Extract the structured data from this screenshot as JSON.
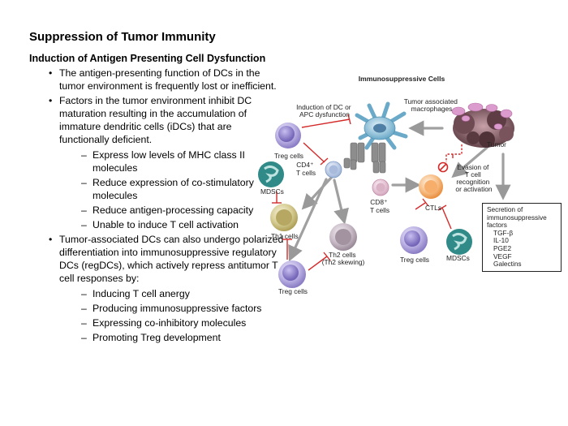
{
  "slide": {
    "title": "Suppression of Tumor Immunity",
    "subtitle": "Induction of Antigen Presenting Cell Dysfunction",
    "bullets": [
      {
        "text": "The antigen-presenting function of DCs in the tumor environment is frequently lost or inefficient."
      },
      {
        "text": "Factors in the tumor environment inhibit DC maturation resulting in the accumulation of immature dendritic cells (iDCs) that are functionally deficient.",
        "sub": [
          "Express low levels of MHC class II molecules",
          "Reduce expression of co-stimulatory molecules",
          "Reduce antigen-processing capacity",
          "Unable to induce T cell activation"
        ]
      },
      {
        "text": "Tumor-associated DCs can also undergo polarized differentiation into immunosuppressive regulatory DCs (regDCs), which actively repress antitumor T cell responses by:",
        "sub": [
          "Inducing T cell anergy",
          "Producing immunosuppressive factors",
          "Expressing co-inhibitory molecules",
          "Promoting Treg development"
        ]
      }
    ]
  },
  "diagram": {
    "title": "Immunosuppressive Cells",
    "labels": {
      "induction": [
        "Induction of DC or",
        "APC dysfunction"
      ],
      "tam": [
        "Tumor associated",
        "macrophages"
      ],
      "tumor": "Tumor",
      "evasion": [
        "Evasion of",
        "T cell",
        "recognition",
        "or activation"
      ],
      "treg_top": "Treg cells",
      "cd4": [
        "CD4⁺",
        "T cells"
      ],
      "mdsc_left": "MDSCs",
      "cd8": [
        "CD8⁺",
        "T cells"
      ],
      "ctls": "CTLs",
      "th1": "Th1 cells",
      "th2": [
        "Th2 cells",
        "(Th2 skewing)"
      ],
      "treg_bottom": "Treg cells",
      "treg_right": "Treg cells",
      "mdsc_right": "MDSCs"
    },
    "secretion": {
      "header": [
        "Secretion of",
        "immunosuppressive",
        "factors"
      ],
      "items": [
        "TGF-β",
        "IL-10",
        "PGE2",
        "VEGF",
        "Galectins"
      ]
    },
    "colors": {
      "inhibit": "#d42a2a",
      "arrow": "#999999",
      "treg": "#9b8fd0",
      "mdsc": "#2f8a88",
      "ctl": "#f0a055",
      "th1": "#bdb26a",
      "th2": "#a89ca8",
      "dc": "#79b5cf",
      "tumor": "#8a5a63"
    }
  }
}
